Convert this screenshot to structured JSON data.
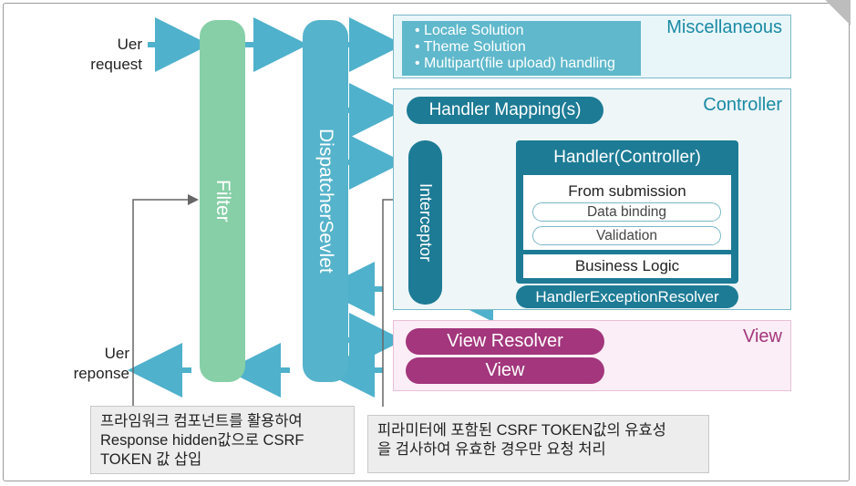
{
  "user_request": [
    "Uer",
    "request"
  ],
  "user_response": [
    "Uer",
    "reponse"
  ],
  "filter_label": "Filter",
  "dispatcher_label": "DispatcherSevlet",
  "misc": {
    "title": "Miscellaneous",
    "items": [
      "Locale Solution",
      "Theme Solution",
      "Multipart(file upload) handling"
    ]
  },
  "controller": {
    "title": "Controller",
    "handler_mapping": "Handler Mapping(s)",
    "interceptor": "Interceptor",
    "handler_title": "Handler(Controller)",
    "form_submission": "From submission",
    "data_binding": "Data binding",
    "validation": "Validation",
    "business_logic": "Business Logic",
    "exception_resolver": "HandlerExceptionResolver"
  },
  "view": {
    "title": "View",
    "view_resolver": "View Resolver",
    "view_label": "View"
  },
  "notes": {
    "filter_note": [
      "프라임워크 컴포넌트를 활용하여",
      "Response hidden값으로 CSRF",
      "TOKEN 값 삽입"
    ],
    "interceptor_note": [
      "피라미터에 포함된 CSRF TOKEN값의 유효성",
      "을 검사하여 유효한 경우만 요청 처리"
    ]
  },
  "colors": {
    "filter": "#86cfa7",
    "dispatcher": "#56b3cc",
    "misc_box": "#e9f6f9",
    "misc_banner": "#5fb8cb",
    "controller_box": "#eef6f8",
    "dark_teal": "#1d7b95",
    "view_box": "#fbeef6",
    "view_pill": "#a3367c",
    "arrow": "#4fb1cb",
    "title_text": "#1a8aa5"
  }
}
